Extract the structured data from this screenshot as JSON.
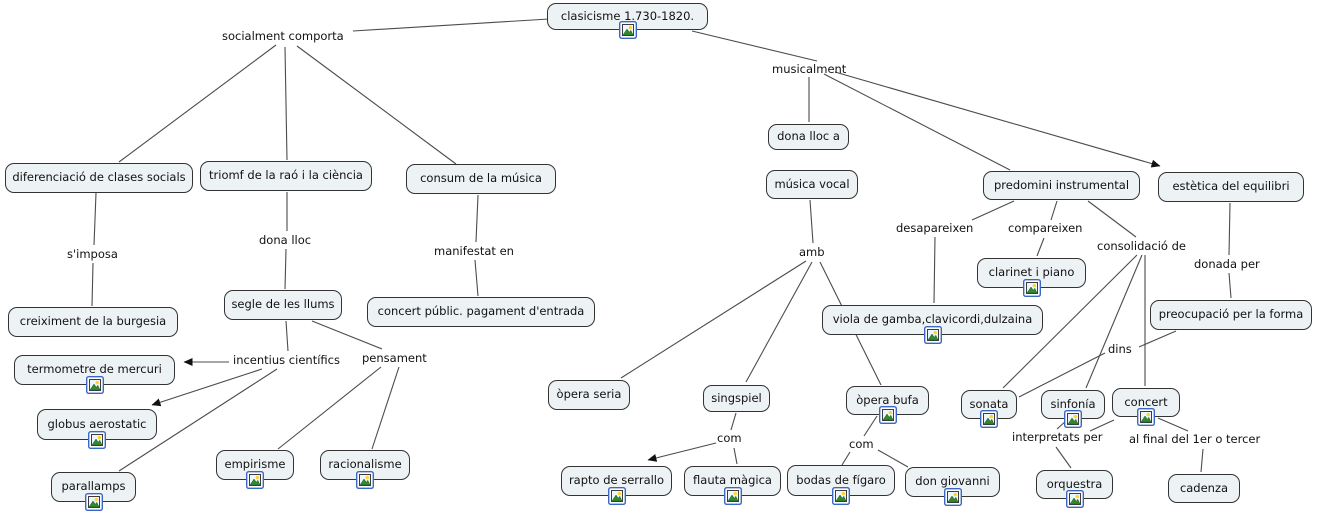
{
  "app": {
    "type": "concept-map"
  },
  "colors": {
    "background": "#ffffff",
    "node_fill": "#edf3f5",
    "node_border": "#333333",
    "connector_line": "#4c4c4c",
    "text": "#111111",
    "resource_icon_border": "#3a66c4"
  },
  "icons": {
    "node_attachment": "image-resource-icon"
  },
  "nodes": {
    "clasicisme": {
      "label": "clasicisme  1.730-1820."
    },
    "diferenciacio": {
      "label": "diferenciació de clases socials"
    },
    "triomf": {
      "label": "triomf de la raó i la ciència"
    },
    "consum": {
      "label": "consum de la música"
    },
    "creiximent": {
      "label": "creiximent de la burgesia"
    },
    "segle": {
      "label": "segle de les llums"
    },
    "concert_public": {
      "label": "concert públic. pagament d'entrada"
    },
    "termometre": {
      "label": "termometre de mercuri"
    },
    "globus": {
      "label": "globus aerostatic"
    },
    "parallamps": {
      "label": "parallamps"
    },
    "empirisme": {
      "label": "empirisme"
    },
    "racionalisme": {
      "label": "racionalisme"
    },
    "dona_lloc_a": {
      "label": "dona lloc a"
    },
    "musica_vocal": {
      "label": "música vocal"
    },
    "predomini": {
      "label": "predomini instrumental"
    },
    "estetica": {
      "label": "estètica del equilibri"
    },
    "clarinet": {
      "label": "clarinet i piano"
    },
    "viola": {
      "label": "viola de gamba,clavicordi,dulzaina"
    },
    "preocupacio": {
      "label": "preocupació per la forma"
    },
    "opera_seria": {
      "label": "òpera seria"
    },
    "singspiel": {
      "label": "singspiel"
    },
    "opera_bufa": {
      "label": "òpera bufa"
    },
    "sonata": {
      "label": "sonata"
    },
    "sinfonia": {
      "label": "sinfonía"
    },
    "concert": {
      "label": "concert"
    },
    "rapto": {
      "label": "rapto de serrallo"
    },
    "flauta": {
      "label": "flauta màgica"
    },
    "bodas": {
      "label": "bodas de fígaro"
    },
    "don_giovanni": {
      "label": "don giovanni"
    },
    "orquestra": {
      "label": "orquestra"
    },
    "cadenza": {
      "label": "cadenza"
    }
  },
  "linking_phrases": {
    "socialment": {
      "text": "socialment comporta"
    },
    "musicalment": {
      "text": "musicalment"
    },
    "s_imposa": {
      "text": "s'imposa"
    },
    "dona_lloc": {
      "text": "dona lloc"
    },
    "manifestat": {
      "text": "manifestat en"
    },
    "incentius": {
      "text": "incentius científics"
    },
    "pensament": {
      "text": "pensament"
    },
    "amb": {
      "text": "amb"
    },
    "desapareixen": {
      "text": "desapareixen"
    },
    "compareixen": {
      "text": "compareixen"
    },
    "consolidacio": {
      "text": "consolidació de"
    },
    "donada_per": {
      "text": "donada per"
    },
    "dins": {
      "text": "dins"
    },
    "com_singspiel": {
      "text": "com"
    },
    "com_bufa": {
      "text": "com"
    },
    "interpretats": {
      "text": "interpretats per"
    },
    "al_final": {
      "text": "al  final del 1er o tercer"
    }
  }
}
